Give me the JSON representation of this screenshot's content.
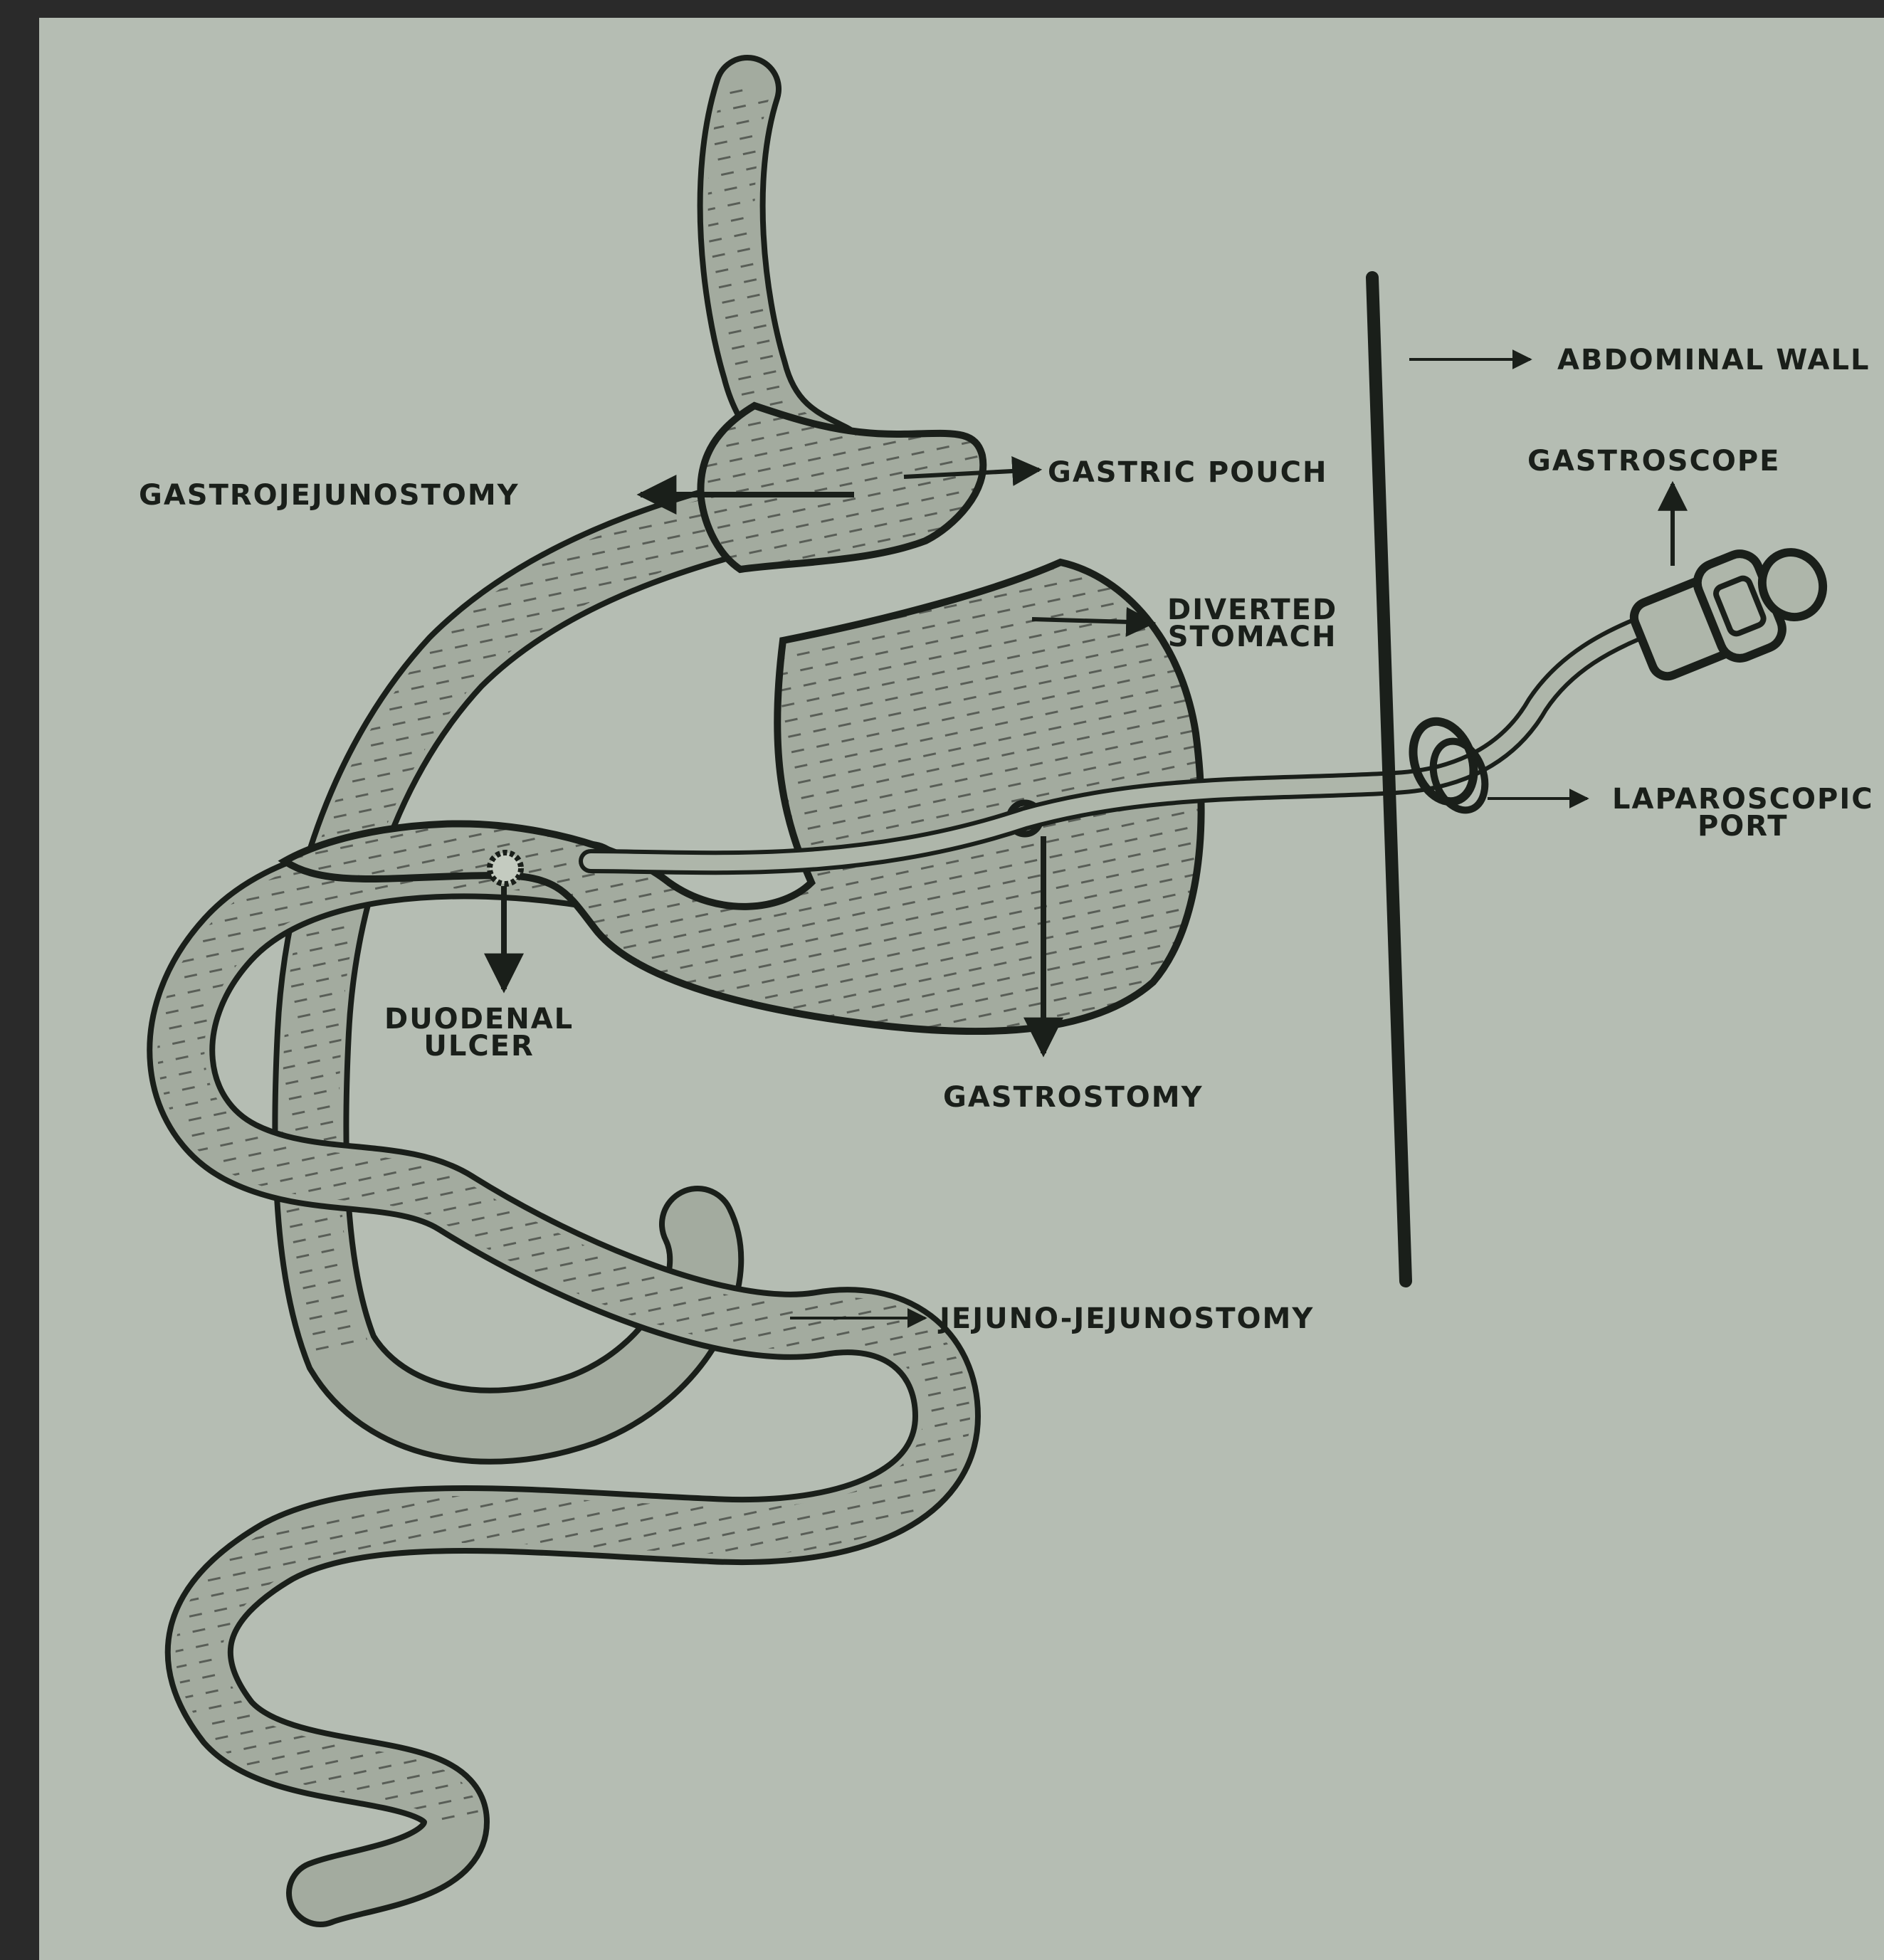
{
  "colors": {
    "paper": "#b5bdb3",
    "frame": "#2a2a2a",
    "ink": "#1a1f1a",
    "fill": "#a3ab9f"
  },
  "labels": {
    "gastrojejunostomy": "GASTROJEJUNOSTOMY",
    "gastric_pouch": "GASTRIC POUCH",
    "abdominal_wall": "ABDOMINAL WALL",
    "gastroscope": "GASTROSCOPE",
    "diverted_stomach": [
      "DIVERTED",
      "STOMACH"
    ],
    "laparoscopic_port": [
      "LAPAROSCOPIC",
      "PORT"
    ],
    "duodenal_ulcer": [
      "DUODENAL",
      "ULCER"
    ],
    "gastrostomy": "GASTROSTOMY",
    "jejuno_jejunostomy": "JEJUNO-JEJUNOSTOMY"
  }
}
